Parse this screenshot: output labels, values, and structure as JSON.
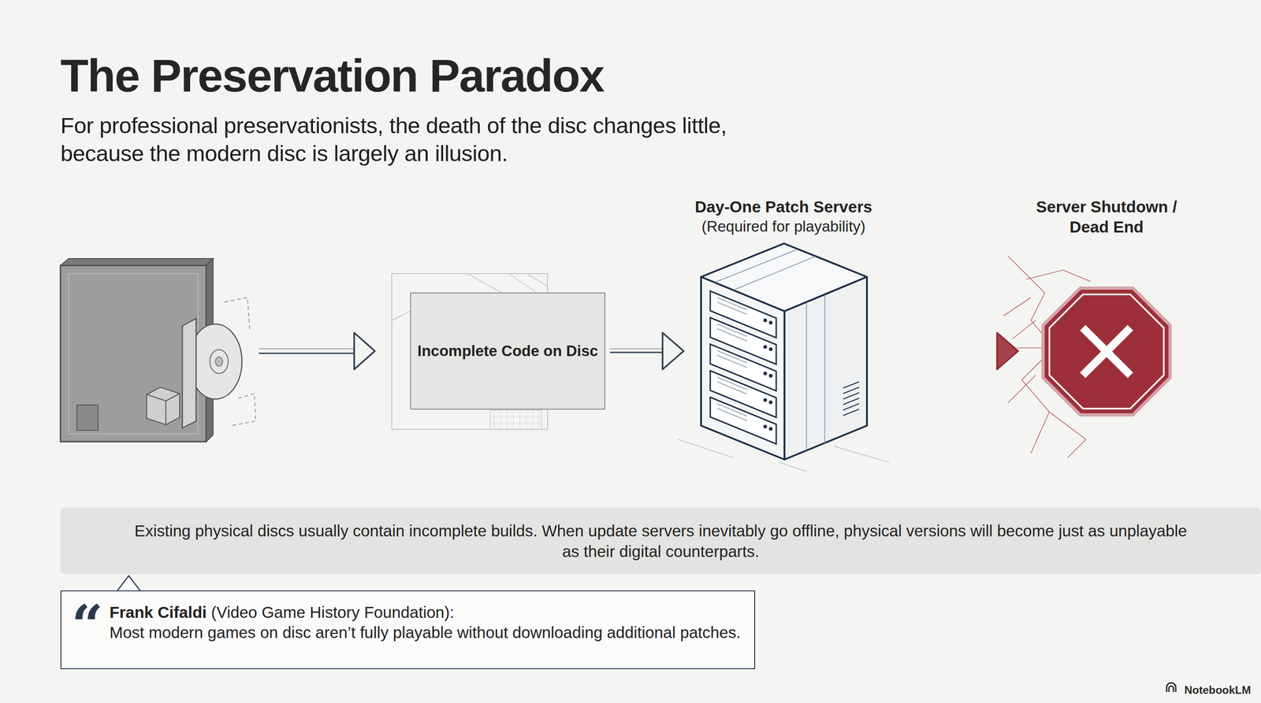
{
  "diagram": {
    "title": "The Preservation Paradox",
    "caption": "For professional preservationists, the death of the disc changes little, because the modern disc is largely an illusion.",
    "nodes": [
      {
        "text": [
          "Incomplete Code on Disc"
        ]
      },
      {
        "text": [
          "Day-One Patch Servers",
          "(Required for playability)"
        ]
      },
      {
        "text": [
          "Server Shutdown / Dead End"
        ]
      },
      {
        "text": [
          "Existing physical discs usually contain incomplete builds. When update servers inevitably go offline, physical versions will become just as unplayable as their digital counterparts."
        ]
      },
      {
        "text": [
          "“",
          "Frank Cifaldi",
          "(Video Game History Foundation):",
          "Most modern games on disc aren’t fully playable without downloading additional patches."
        ]
      }
    ],
    "edges": [
      {
        "from": 0,
        "to": 1,
        "arrow": "to"
      },
      {
        "from": 1,
        "to": 2,
        "arrow": "to"
      }
    ],
    "labels": [
      "NotebookLM"
    ]
  }
}
